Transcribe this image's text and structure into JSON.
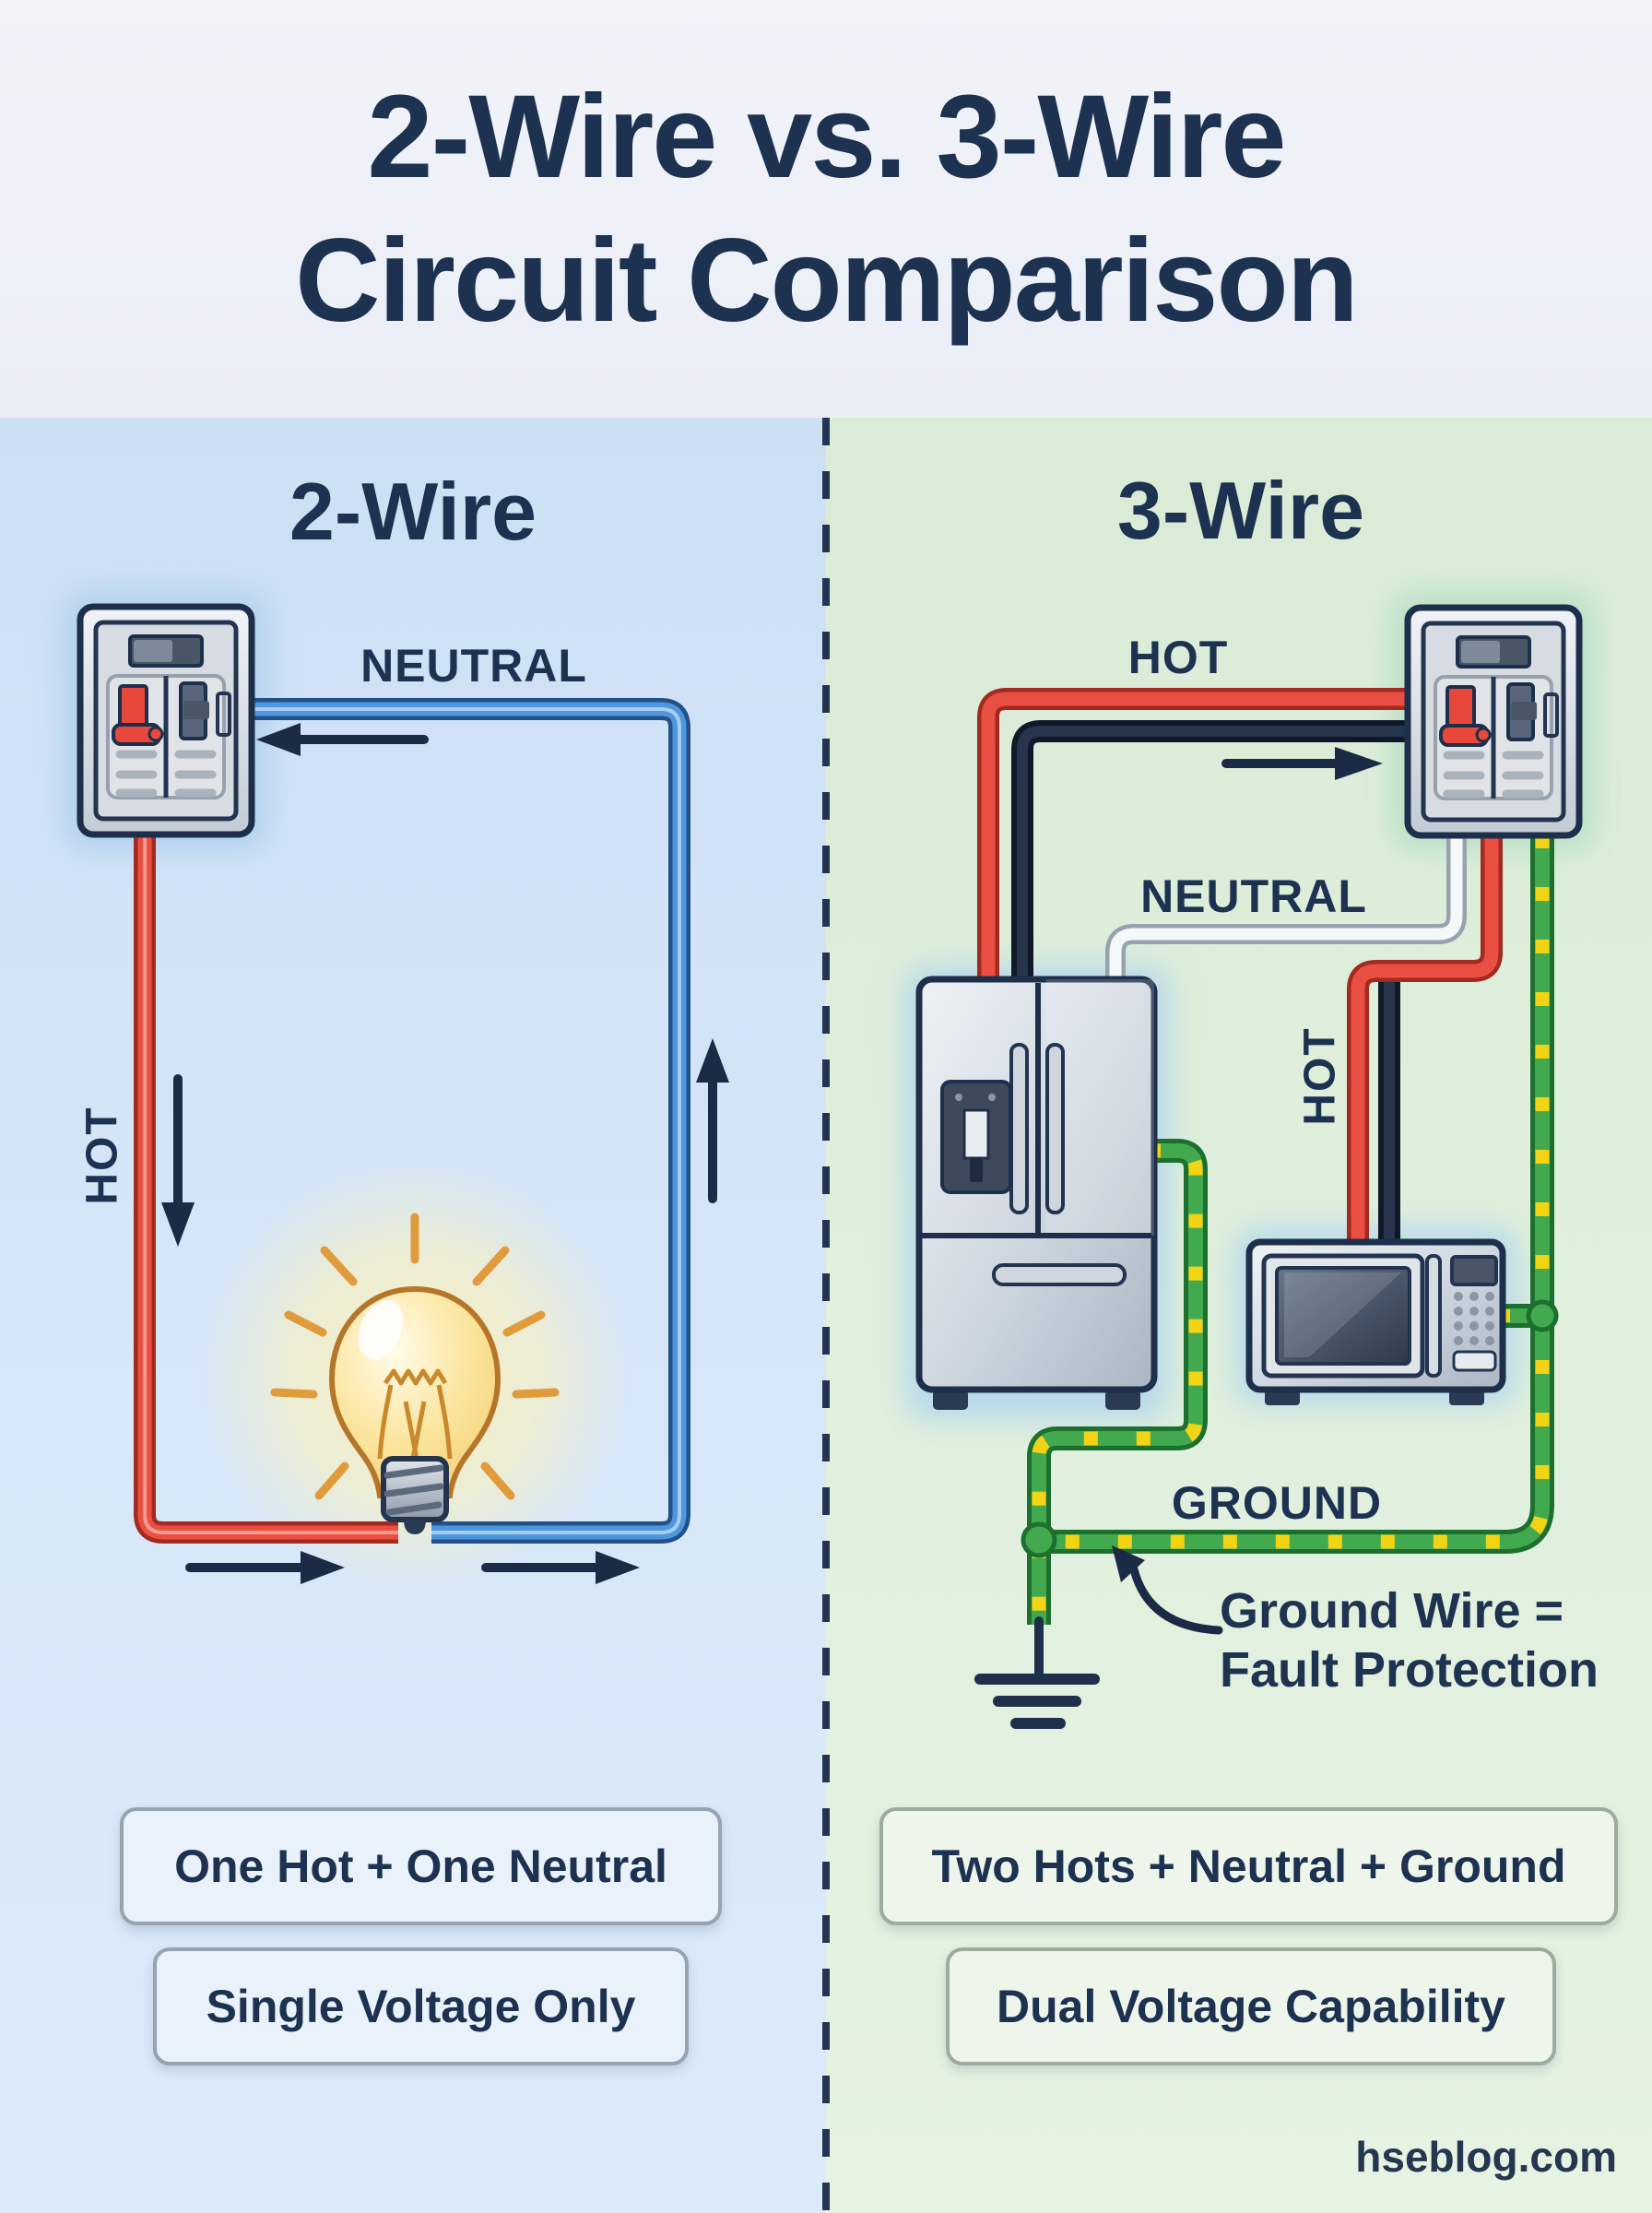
{
  "title": {
    "line1": "2-Wire vs. 3-Wire",
    "line2": "Circuit Comparison"
  },
  "left": {
    "heading": "2-Wire",
    "neutral_label": "NEUTRAL",
    "hot_label": "HOT",
    "badges": [
      "One Hot + One Neutral",
      "Single Voltage Only"
    ]
  },
  "right": {
    "heading": "3-Wire",
    "hot_top_label": "HOT",
    "neutral_label": "NEUTRAL",
    "hot_side_label": "HOT",
    "ground_label": "GROUND",
    "annotation": {
      "line1": "Ground Wire =",
      "line2": "Fault Protection"
    },
    "badges": [
      "Two Hots + Neutral + Ground",
      "Dual Voltage Capability"
    ]
  },
  "footer": {
    "watermark": "hseblog.com"
  },
  "icons": {
    "breaker-panel-icon": "electrical service panel",
    "light-bulb-icon": "glowing incandescent bulb",
    "refrigerator-icon": "french-door refrigerator",
    "microwave-icon": "countertop microwave",
    "ground-symbol-icon": "earth ground symbol",
    "arrow-icon": "current direction arrow"
  },
  "colors": {
    "accent_navy": "#1d3150",
    "hot_red": "#ea4f43",
    "hot_black": "#223149",
    "neutral_blue": "#4e97dd",
    "neutral_white": "#f5f8fb",
    "ground_green": "#43a94e",
    "ground_yellow": "#f3d414",
    "left_panel_bg": "#d6e7f9",
    "right_panel_bg": "#e0f0dd"
  }
}
